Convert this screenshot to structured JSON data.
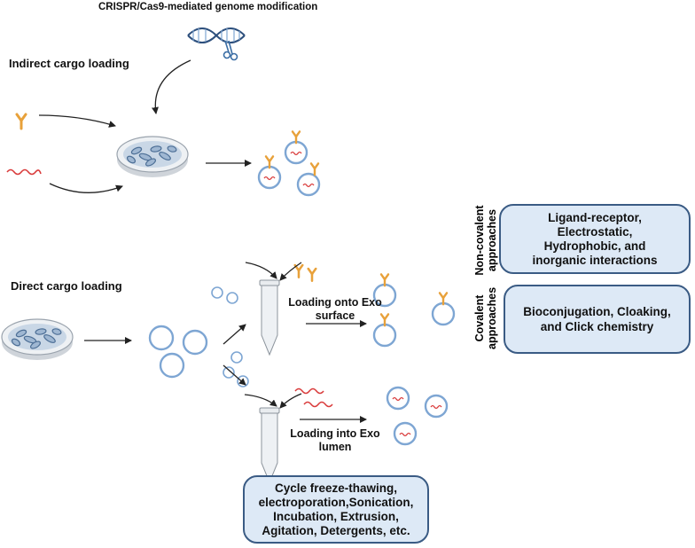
{
  "texts": {
    "title": "CRISPR/Cas9-mediated genome modification",
    "indirect": "Indirect cargo loading",
    "direct": "Direct cargo loading",
    "loading_surface": "Loading onto Exo\nsurface",
    "loading_lumen": "Loading into Exo\nlumen",
    "noncovalent_label": "Non-covalent\napproaches",
    "covalent_label": "Covalent\napproaches",
    "noncovalent_box": "Ligand-receptor,\nElectrostatic,\nHydrophobic, and\ninorganic interactions",
    "covalent_box": "Bioconjugation, Cloaking,\nand Click chemistry",
    "methods_box": "Cycle freeze-thawing,\nelectroporation,Sonication,\nIncubation, Extrusion,\nAgitation, Detergents, etc."
  },
  "icons": [
    "dna-scissors-icon",
    "antibody-icon",
    "rna-strand-icon",
    "cell-culture-dish-icon",
    "exosome-icon",
    "centrifuge-tube-icon",
    "arrow-icon"
  ],
  "colors": {
    "box_fill": "#dde9f6",
    "box_border": "#3a5b84",
    "vesicle": "#7ea6d3",
    "antibody": "#e8a13a",
    "rna": "#d93a3a",
    "arrow": "#222222"
  }
}
